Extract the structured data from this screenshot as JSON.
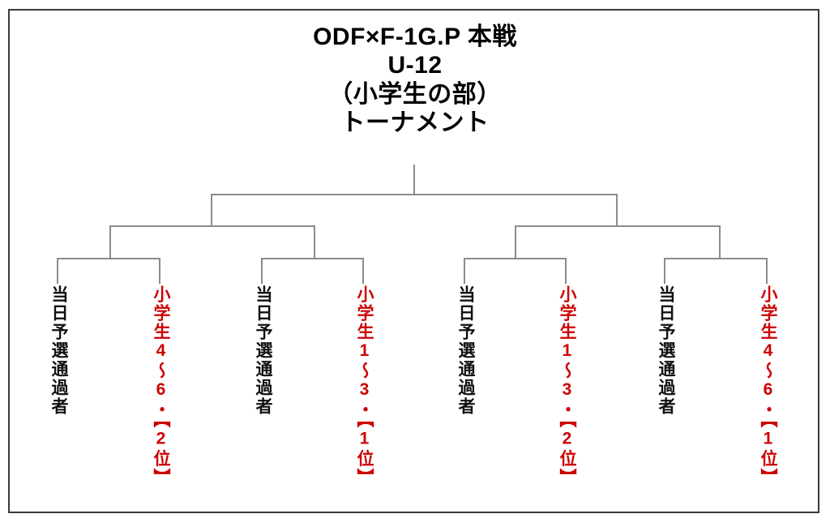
{
  "document": {
    "kind": "tournament-bracket",
    "border_color": "#3a3a3a",
    "line_color": "#8c8c8c"
  },
  "title": {
    "line1": "ODF×F-1G.P 本戦",
    "line2": "U-12",
    "line3": "（小学生の部）",
    "line4": "トーナメント"
  },
  "colors": {
    "qualifier_text": "#111111",
    "seed_text": "#CC0000",
    "bracket_line": "#8c8c8c",
    "frame": "#3a3a3a"
  },
  "bracket": {
    "rounds": 3,
    "slots": 8,
    "entries": [
      {
        "index": 1,
        "label": "当日予選通過者",
        "type": "qualifier",
        "color": "#111111"
      },
      {
        "index": 2,
        "label": "小学生4〜6・【2位】",
        "type": "seed",
        "color": "#CC0000"
      },
      {
        "index": 3,
        "label": "当日予選通過者",
        "type": "qualifier",
        "color": "#111111"
      },
      {
        "index": 4,
        "label": "小学生1〜3・【1位】",
        "type": "seed",
        "color": "#CC0000"
      },
      {
        "index": 5,
        "label": "当日予選通過者",
        "type": "qualifier",
        "color": "#111111"
      },
      {
        "index": 6,
        "label": "小学生1〜3・【2位】",
        "type": "seed",
        "color": "#CC0000"
      },
      {
        "index": 7,
        "label": "当日予選通過者",
        "type": "qualifier",
        "color": "#111111"
      },
      {
        "index": 8,
        "label": "小学生4〜6・【1位】",
        "type": "seed",
        "color": "#CC0000"
      }
    ]
  }
}
